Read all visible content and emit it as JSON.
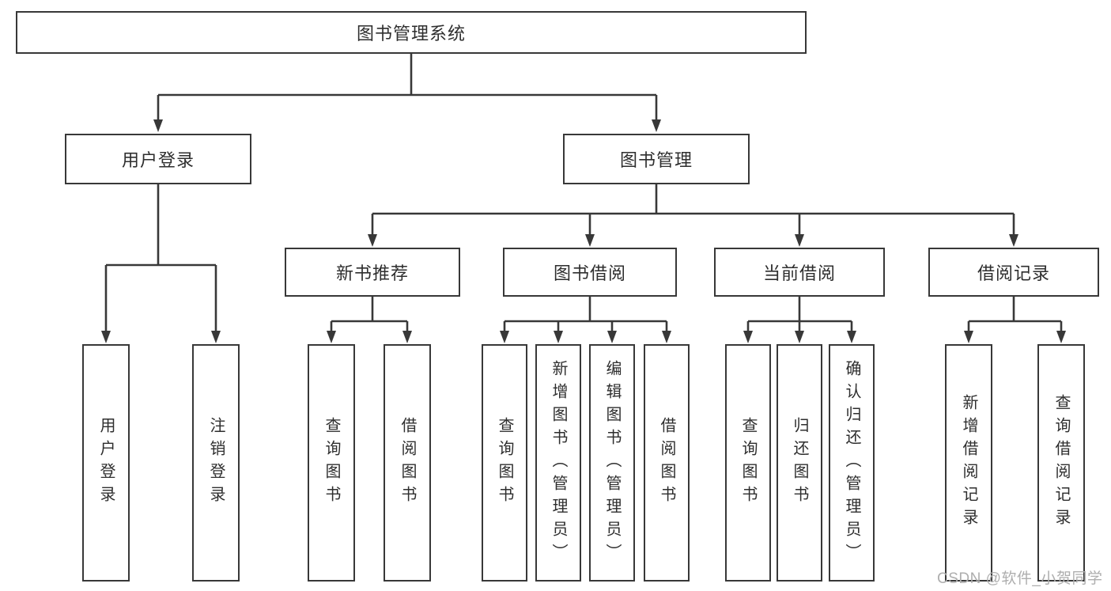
{
  "tree": {
    "root": {
      "label": "图书管理系统"
    },
    "branches": [
      {
        "label": "用户登录",
        "children": [
          {
            "label": "用户登录"
          },
          {
            "label": "注销登录"
          }
        ]
      },
      {
        "label": "图书管理",
        "children": [
          {
            "label": "新书推荐",
            "children": [
              {
                "label": "查询图书"
              },
              {
                "label": "借阅图书"
              }
            ]
          },
          {
            "label": "图书借阅",
            "children": [
              {
                "label": "查询图书"
              },
              {
                "label": "新增图书（管理员）"
              },
              {
                "label": "编辑图书（管理员）"
              },
              {
                "label": "借阅图书"
              }
            ]
          },
          {
            "label": "当前借阅",
            "children": [
              {
                "label": "查询图书"
              },
              {
                "label": "归还图书"
              },
              {
                "label": "确认归还（管理员）"
              }
            ]
          },
          {
            "label": "借阅记录",
            "children": [
              {
                "label": "新增借阅记录"
              },
              {
                "label": "查询借阅记录"
              }
            ]
          }
        ]
      }
    ]
  },
  "watermark": {
    "text": "CSDN @软件_小贺同学"
  },
  "colors": {
    "line": "#383838",
    "box_border": "#383838",
    "text": "#2e2e2e",
    "background": "#ffffff",
    "watermark": "#aeaeae"
  }
}
